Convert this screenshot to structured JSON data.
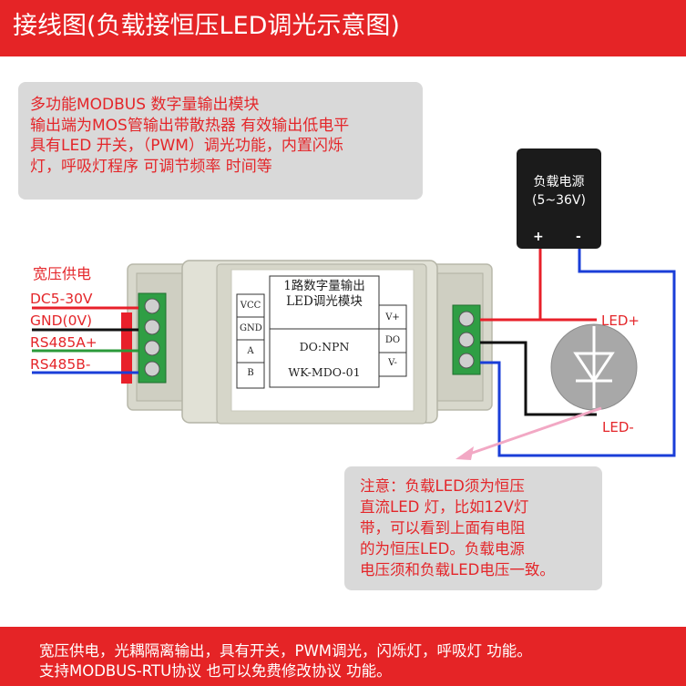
{
  "header": {
    "title": "接线图(负载接恒压LED调光示意图)"
  },
  "features": {
    "lines": [
      "多功能MODBUS 数字量输出模块",
      "输出端为MOS管输出带散热器 有效输出低电平",
      "具有LED 开关，（PWM）调光功能，内置闪烁",
      "灯，呼吸灯程序 可调节频率 时间等"
    ]
  },
  "power_supply": {
    "label_line1": "负载电源",
    "label_line2": "(5~36V)",
    "plus": "+",
    "minus": "-"
  },
  "supply": {
    "title": "宽压供电",
    "wires": [
      "DC5-30V",
      "GND(0V)",
      "RS485A+",
      "RS485B-"
    ]
  },
  "module": {
    "title_line1": "1路数字量输出",
    "title_line2": "LED调光模块",
    "output_type": "DO:NPN",
    "model": "WK-MDO-01",
    "left_pins": [
      "VCC",
      "GND",
      "A",
      "B"
    ],
    "right_pins": [
      "V+",
      "DO",
      "V-"
    ]
  },
  "led": {
    "plus_label": "LED+",
    "minus_label": "LED-"
  },
  "note": {
    "lines": [
      "注意：负载LED须为恒压",
      "直流LED 灯，比如12V灯",
      "带，可以看到上面有电阻",
      "的为恒压LED。负载电源",
      "电压须和负载LED电压一致。"
    ]
  },
  "footer": {
    "lines": [
      "宽压供电，光耦隔离输出，具有开关，PWM调光，闪烁灯，呼吸灯 功能。",
      "支持MODBUS-RTU协议 也可以免费修改协议 功能。"
    ]
  },
  "colors": {
    "banner": "#e52426",
    "text_red": "#e4262a",
    "wire_red": "#e8202a",
    "wire_blue": "#1a3ed8",
    "wire_black": "#111111",
    "wire_green": "#2b9a3a",
    "callout_box": "#d9d9d9"
  }
}
